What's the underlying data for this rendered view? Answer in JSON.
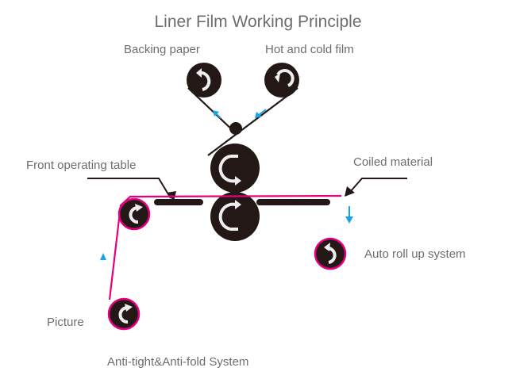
{
  "title": "Liner Film Working Principle",
  "labels": {
    "backing_paper": "Backing paper",
    "hot_cold_film": "Hot and cold film",
    "front_operating_table": "Front operating table",
    "coiled_material": "Coiled material",
    "auto_roll_up": "Auto roll up system",
    "picture": "Picture",
    "anti_tight": "Anti-tight&Anti-fold System"
  },
  "colors": {
    "roller": "#231815",
    "film_path": "#e4007f",
    "flow_arrow": "#1aa3e8",
    "label": "#6d6d6d",
    "rotation_arrow": "#eeeeee"
  }
}
